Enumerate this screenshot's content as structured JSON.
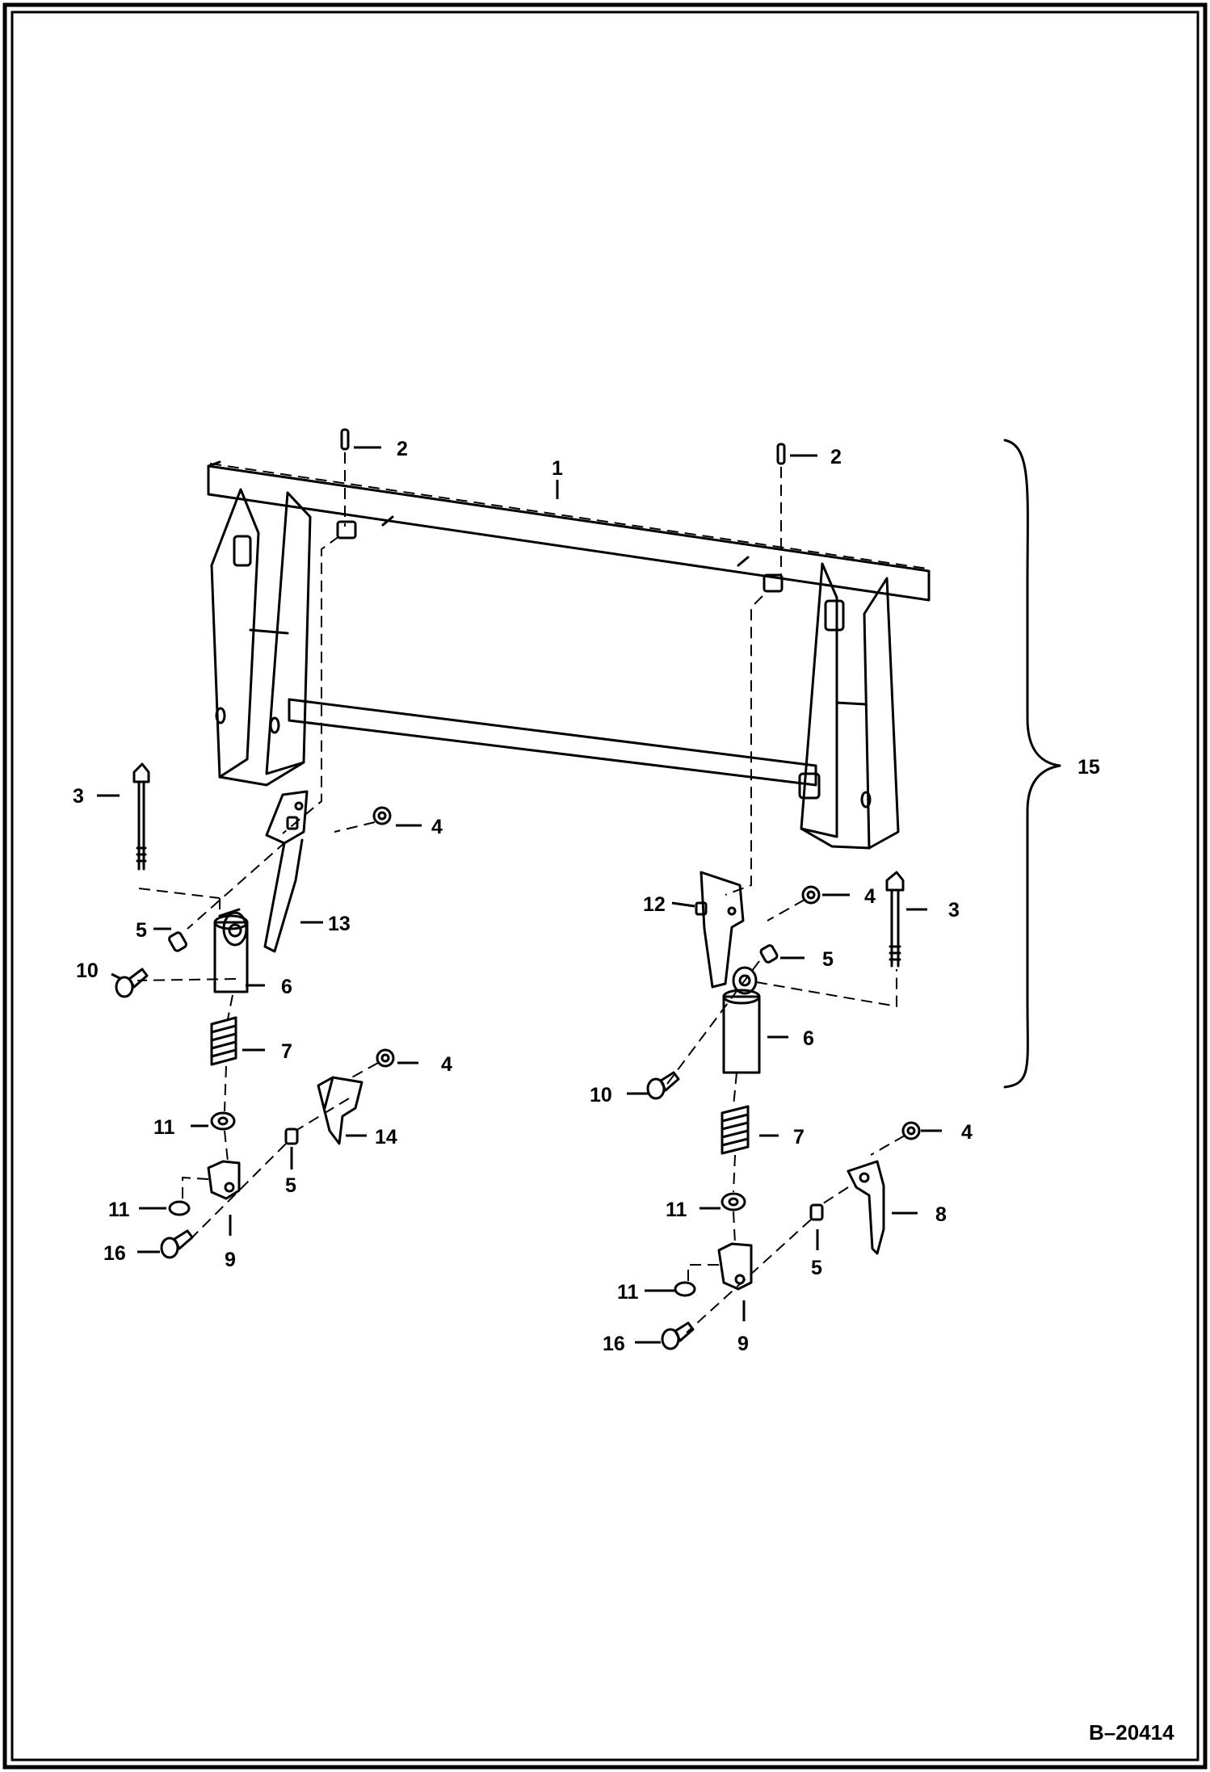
{
  "figure": {
    "reference": "B–20414",
    "callouts": {
      "c1": "1",
      "c2a": "2",
      "c2b": "2",
      "c3a": "3",
      "c3b": "3",
      "c4a": "4",
      "c4b": "4",
      "c4c": "4",
      "c4d": "4",
      "c5a": "5",
      "c5b": "5",
      "c5c": "5",
      "c5d": "5",
      "c6a": "6",
      "c6b": "6",
      "c7a": "7",
      "c7b": "7",
      "c8": "8",
      "c9a": "9",
      "c9b": "9",
      "c10a": "10",
      "c10b": "10",
      "c11a": "11",
      "c11b": "11",
      "c11c": "11",
      "c11d": "11",
      "c12": "12",
      "c13": "13",
      "c14": "14",
      "c15": "15",
      "c16a": "16",
      "c16b": "16"
    }
  }
}
